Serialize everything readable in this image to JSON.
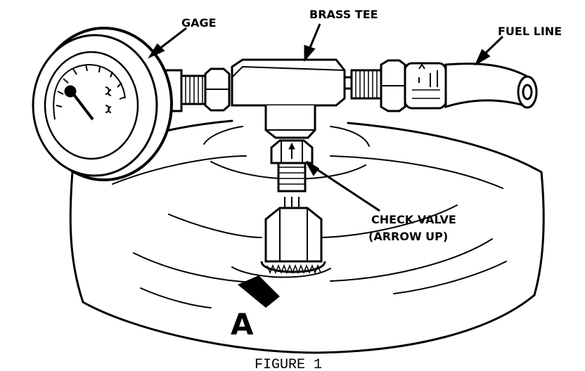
{
  "labels": {
    "gage": "GAGE",
    "brass_tee": "BRASS TEE",
    "fuel_line": "FUEL LINE",
    "check_valve_line1": "CHECK VALVE",
    "check_valve_line2": "(ARROW UP)",
    "marker": "A"
  },
  "caption": "FIGURE 1",
  "colors": {
    "ink": "#000000",
    "paper": "#ffffff"
  }
}
